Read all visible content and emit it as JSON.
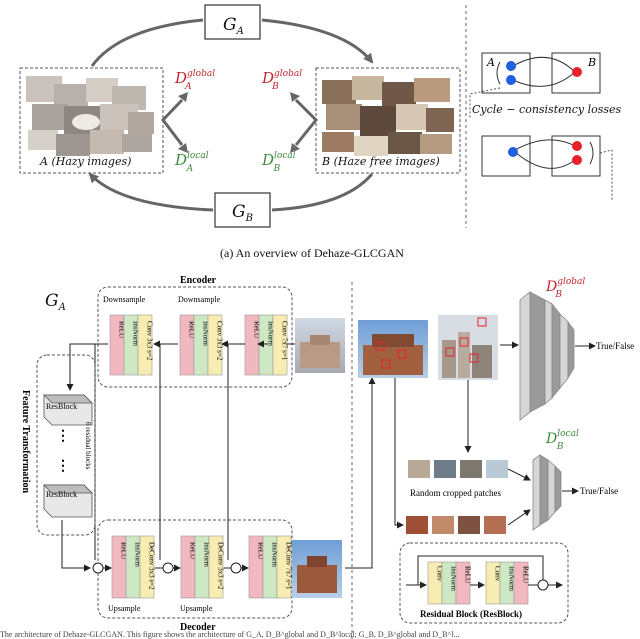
{
  "overview": {
    "g_a": "G",
    "g_a_sub": "A",
    "g_b": "G",
    "g_b_sub": "B",
    "d_global_a": {
      "base": "D",
      "sup": "global",
      "sub": "A"
    },
    "d_local_a": {
      "base": "D",
      "sup": "local",
      "sub": "A"
    },
    "d_global_b": {
      "base": "D",
      "sup": "global",
      "sub": "B"
    },
    "d_local_b": {
      "base": "D",
      "sup": "local",
      "sub": "B"
    },
    "domain_a_label": "A (Hazy images)",
    "domain_b_label": "B (Haze free images)",
    "cycle_a": "A",
    "cycle_b": "B",
    "cycle_loss_label": "Cycle − consistency losses",
    "caption": "(a) An overview of Dehaze-GLCGAN"
  },
  "detail": {
    "g_a": "G",
    "g_a_sub": "A",
    "encoder_title": "Encoder",
    "decoder_title": "Decoder",
    "downsample_1": "Downsample",
    "downsample_2": "Downsample",
    "upsample_1": "Upsample",
    "upsample_2": "Upsample",
    "enc_blocks": [
      {
        "a": "ReLU",
        "b": "InsNorm",
        "c": "Conv 3x3 s=2"
      },
      {
        "a": "ReLU",
        "b": "InsNorm",
        "c": "Conv 3x3 s=2"
      },
      {
        "a": "ReLU",
        "b": "InsNorm",
        "c": "Conv 7x7 s=1"
      }
    ],
    "dec_blocks": [
      {
        "a": "ReLU",
        "b": "InsNorm",
        "c": "DeConv 3x3 s=2"
      },
      {
        "a": "ReLU",
        "b": "InsNorm",
        "c": "DeConv 3x3 s=2"
      },
      {
        "a": "ReLU",
        "b": "InsNorm",
        "c": "DeConv 7x7 s=1"
      }
    ],
    "feature_transformation": "Feature Transformation",
    "resblock_top": "ResBlock",
    "resblock_bottom": "ResBlock",
    "residual_blocks_note": "6 residual blocks",
    "d_global_b": {
      "base": "D",
      "sup": "global",
      "sub": "B"
    },
    "d_local_b": {
      "base": "D",
      "sup": "local",
      "sub": "B"
    },
    "true_false_1": "True/False",
    "true_false_2": "True/False",
    "random_patches": "Random cropped patches",
    "residual_block_title": "Residual Block (ResBlock)",
    "res_conv": "Conv",
    "res_insnorm": "InsNorm",
    "res_relu": "ReLU",
    "caption_fragment": "The architecture of Dehaze-GLCGAN. This figure shows the architecture of G_A, D_B^global and D_B^local; G_B, D_B^global and D_B^l..."
  },
  "colors": {
    "global_red": "#c0272d",
    "local_green": "#3d8b37",
    "relu_pink": "#f2b8c0",
    "insnorm_green": "#cfe8c4",
    "conv_yellow": "#f7ecb2",
    "arrow_gray": "#666666"
  }
}
